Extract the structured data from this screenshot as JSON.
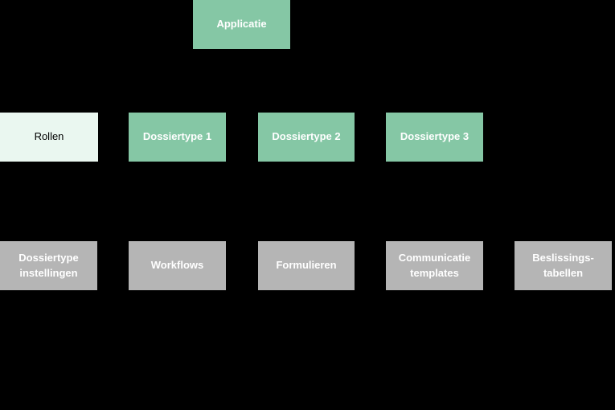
{
  "diagram": {
    "background_color": "#000000",
    "colors": {
      "green_node": "#85c7a5",
      "mint_node": "#eaf7f0",
      "gray_node": "#b5b5b5",
      "light_text": "#ffffff",
      "dark_text": "#000000"
    },
    "root": {
      "label": "Applicatie"
    },
    "row2": [
      {
        "label": "Rollen",
        "variant": "mint"
      },
      {
        "label": "Dossiertype 1",
        "variant": "green"
      },
      {
        "label": "Dossiertype 2",
        "variant": "green"
      },
      {
        "label": "Dossiertype 3",
        "variant": "green"
      }
    ],
    "row3": [
      {
        "label": "Dossiertype instellingen",
        "variant": "gray"
      },
      {
        "label": "Workflows",
        "variant": "gray"
      },
      {
        "label": "Formulieren",
        "variant": "gray"
      },
      {
        "label": "Communicatie templates",
        "variant": "gray"
      },
      {
        "label": "Beslissings-tabellen",
        "variant": "gray"
      }
    ]
  }
}
